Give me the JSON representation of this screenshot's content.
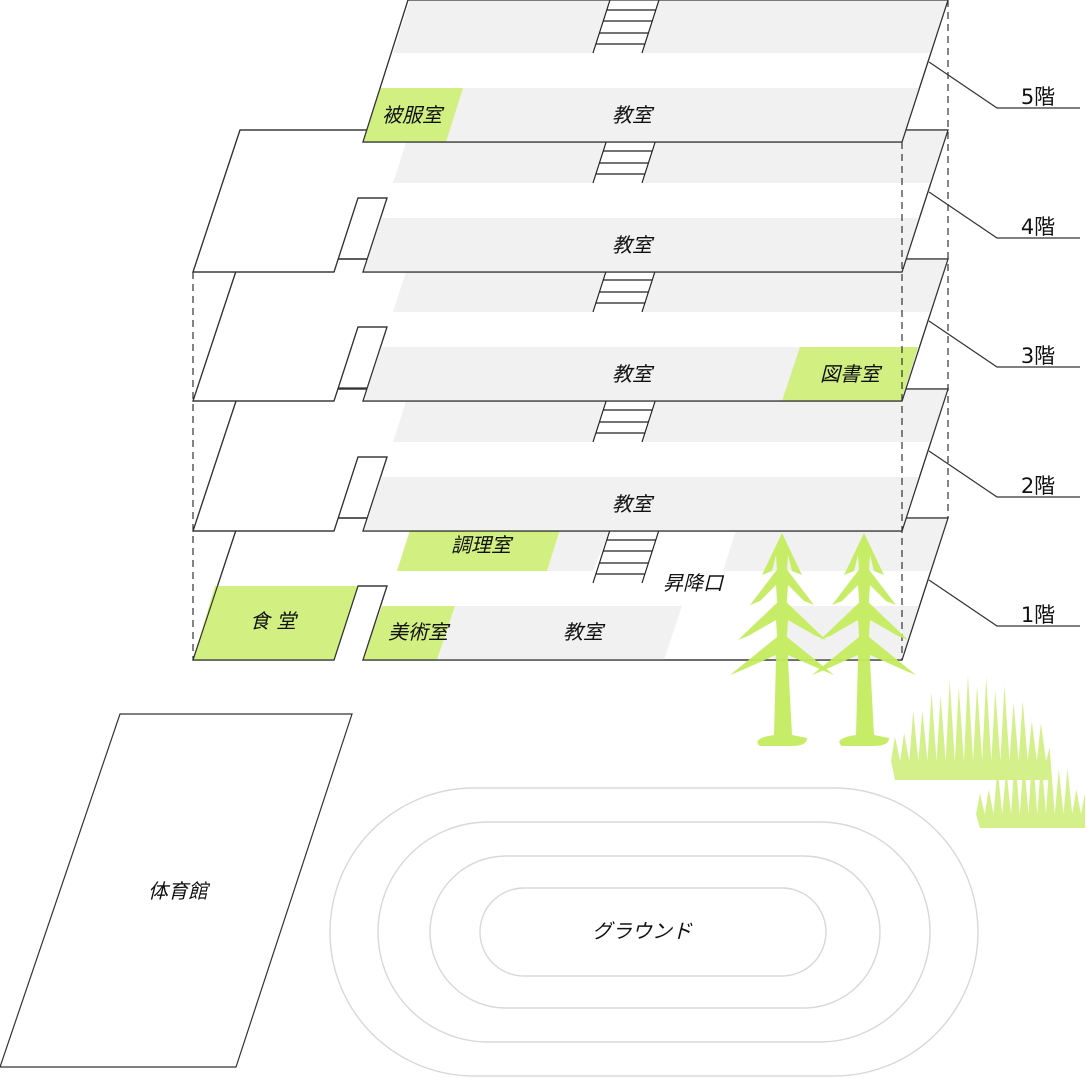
{
  "colors": {
    "room_green": "#d2ef82",
    "corridor_gray": "#f1f1f1",
    "tree_green": "#c5ec5f",
    "bush_green": "#d4f08a",
    "track_line": "#d8d8d8"
  },
  "floors": [
    {
      "label": "5階",
      "rooms": {
        "classroom": "教室",
        "special": "被服室"
      }
    },
    {
      "label": "4階",
      "rooms": {
        "classroom": "教室"
      }
    },
    {
      "label": "3階",
      "rooms": {
        "classroom": "教室",
        "special": "図書室"
      }
    },
    {
      "label": "2階",
      "rooms": {
        "classroom": "教室"
      }
    },
    {
      "label": "1階",
      "rooms": {
        "classroom": "教室",
        "art": "美術室",
        "cooking": "調理室",
        "cafeteria": "食 堂",
        "entrance": "昇降口"
      }
    }
  ],
  "gym": "体育館",
  "ground": "グラウンド"
}
